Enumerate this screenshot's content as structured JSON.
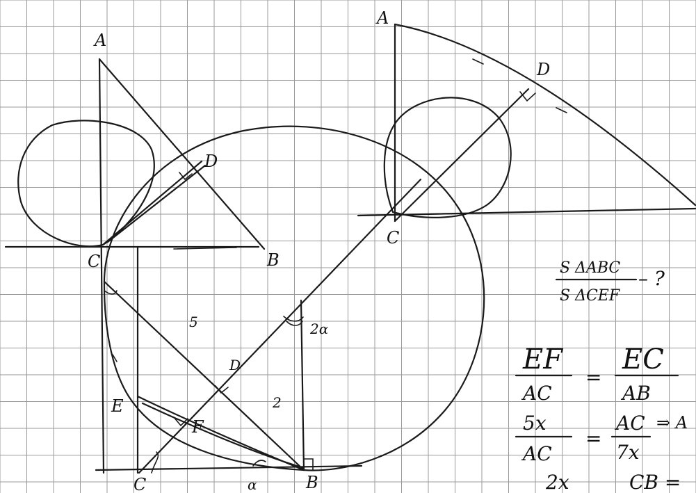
{
  "colors": {
    "paper": "#ffffff",
    "grid": "#9a9a9a",
    "ink": "#1a1a1a"
  },
  "labels": {
    "fig1": {
      "A": "A",
      "B": "B",
      "C": "C",
      "D": "D"
    },
    "fig2": {
      "A": "A",
      "C": "C",
      "D": "D"
    },
    "fig3": {
      "C": "C",
      "B": "B",
      "E": "E",
      "F": "F",
      "D": "D",
      "alpha": "α",
      "two_alpha": "2α",
      "len5": "5",
      "len2": "2"
    }
  },
  "notes": {
    "area_ratio_num": "S ΔABC",
    "area_ratio_den": "S ΔCEF",
    "area_ratio_q": "– ?",
    "eq1_l_num": "EF",
    "eq1_l_den": "AC",
    "eq1_eq": "=",
    "eq1_r_num": "EC",
    "eq1_r_den": "AB",
    "eq2_l_num": "5x",
    "eq2_l_den": "AC",
    "eq2_eq": "=",
    "eq2_r_num": "AC",
    "eq2_r_den": "7x",
    "eq2_tail": "⇒ A",
    "eq3_a": "2x",
    "eq3_b": "CB ="
  }
}
